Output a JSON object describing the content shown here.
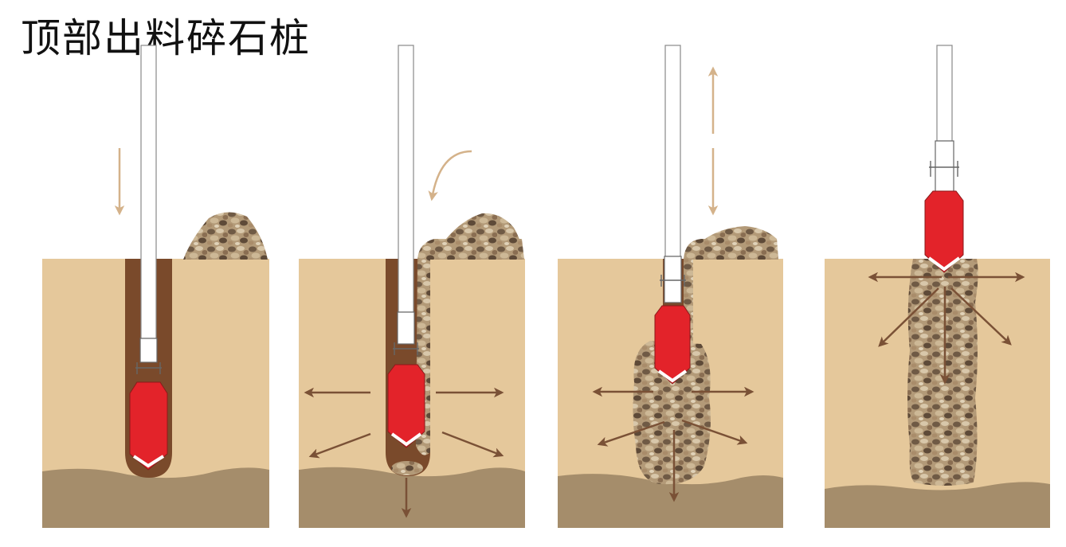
{
  "title": "顶部出料碎石桩",
  "colors": {
    "soil": "#e5c89b",
    "soil_lower": "#a58d6b",
    "hole_wall": "#7a4a2b",
    "vibrator_red": "#e3232a",
    "arrow": "#7a5136",
    "motion_arrow": "#d4b28a",
    "pipe": "#ffffff",
    "stone_dark": "#6f5a45",
    "stone_mid": "#b39a78",
    "stone_light": "#d8c7aa"
  },
  "stages": [
    {
      "step": 1,
      "motion": "down-arrow",
      "phase": "penetration"
    },
    {
      "step": 2,
      "motion": "curved-arrow",
      "phase": "stone-feeding"
    },
    {
      "step": 3,
      "motion": "up-down-arrow",
      "phase": "compaction"
    },
    {
      "step": 4,
      "motion": "none",
      "phase": "completed-column"
    }
  ]
}
